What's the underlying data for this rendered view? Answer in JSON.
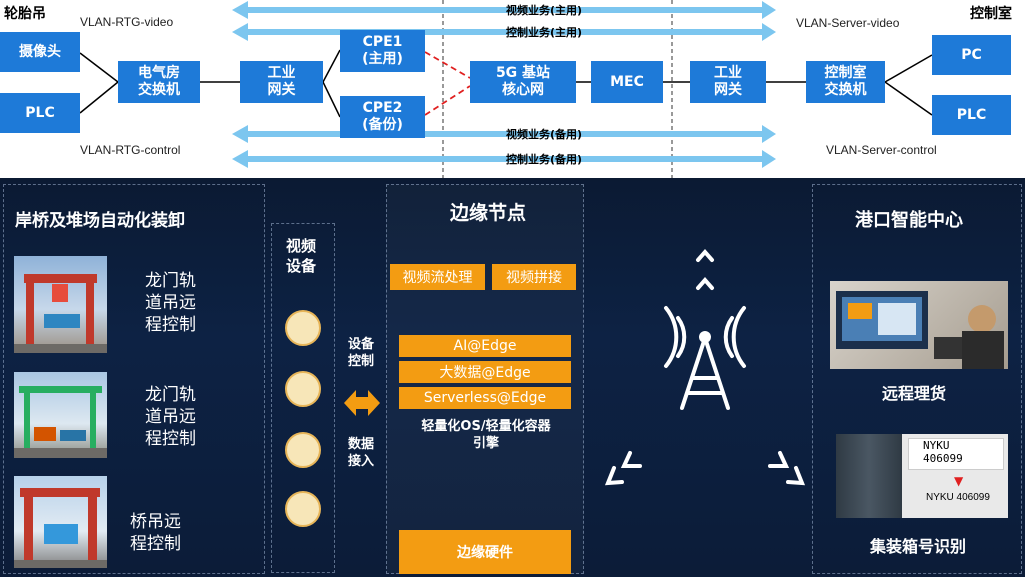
{
  "top": {
    "left_title": "轮胎吊",
    "right_title": "控制室",
    "vlan_rtg_video": "VLAN-RTG-video",
    "vlan_rtg_control": "VLAN-RTG-control",
    "vlan_server_video": "VLAN-Server-video",
    "vlan_server_control": "VLAN-Server-control",
    "arrow_labels": [
      "视频业务(主用)",
      "控制业务(主用)",
      "视频业务(备用)",
      "控制业务(备用)"
    ],
    "nodes": {
      "camera": "摄像头",
      "plc_left": "PLC",
      "switch_room_1": "电气房",
      "switch_room_2": "交换机",
      "gateway_left_1": "工业",
      "gateway_left_2": "网关",
      "cpe1_1": "CPE1",
      "cpe1_2": "(主用)",
      "cpe2_1": "CPE2",
      "cpe2_2": "(备份)",
      "core_1": "5G 基站",
      "core_2": "核心网",
      "mec": "MEC",
      "gateway_right_1": "工业",
      "gateway_right_2": "网关",
      "control_switch_1": "控制室",
      "control_switch_2": "交换机",
      "pc": "PC",
      "plc_right": "PLC"
    }
  },
  "bottom": {
    "left_panel": {
      "title": "岸桥及堆场自动化装卸",
      "items": [
        {
          "line1": "龙门轨",
          "line2": "道吊远",
          "line3": "程控制"
        },
        {
          "line1": "龙门轨",
          "line2": "道吊远",
          "line3": "程控制"
        },
        {
          "line1": "桥吊远",
          "line2": "程控制",
          "line3": ""
        }
      ]
    },
    "video_panel": {
      "title_1": "视频",
      "title_2": "设备"
    },
    "device_control_1": "设备",
    "device_control_2": "控制",
    "data_access_1": "数据",
    "data_access_2": "接入",
    "edge_panel": {
      "title": "边缘节点",
      "video_processing": "视频流处理",
      "video_stitching": "视频拼接",
      "ai_edge": "AI@Edge",
      "bigdata_edge": "大数据@Edge",
      "serverless_edge": "Serverless@Edge",
      "lightweight_1": "轻量化OS/轻量化容器",
      "lightweight_2": "引擎",
      "edge_hardware": "边缘硬件"
    },
    "right_panel": {
      "title": "港口智能中心",
      "remote_tally": "远程理货",
      "container_id": "集装箱号识别",
      "container_code_1": "NYKU",
      "container_code_2": "406099",
      "container_code_full": "NYKU 406099"
    },
    "colors": {
      "blue_box": "#1e7ad8",
      "orange": "#f39c12",
      "arrow": "#7cc6ef",
      "background": "#0d2244"
    }
  }
}
